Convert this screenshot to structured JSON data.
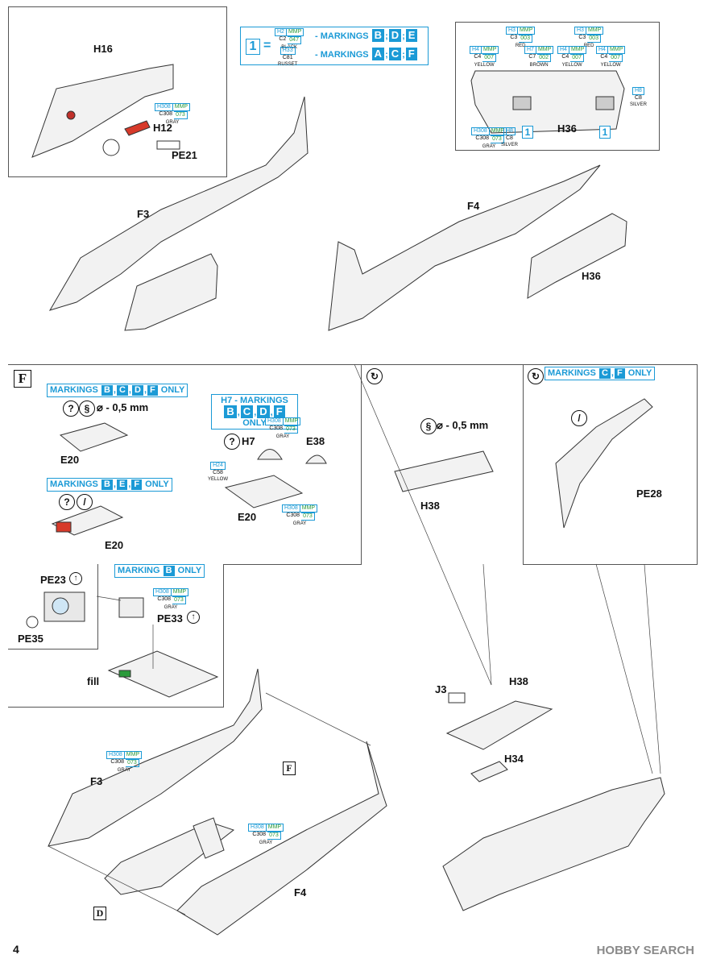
{
  "page_number": "4",
  "watermark": "HOBBY SEARCH",
  "legend": {
    "badge": "1",
    "equals": "=",
    "line1_prefix": "- MARKINGS",
    "line1_marks": [
      "B",
      "D",
      "E"
    ],
    "line2_prefix": "- MARKINGS",
    "line2_marks": [
      "A",
      "C",
      "F"
    ],
    "paint1": {
      "code_h": "H2",
      "code_mmp": "MMP",
      "code_c": "C2",
      "code_mmp_num": "047",
      "name": "BLACK"
    },
    "paint2": {
      "code_h": "H33",
      "code_c": "C81",
      "name": "RUSSET"
    }
  },
  "top_left": {
    "part_h16": "H16",
    "part_h12": "H12",
    "part_pe21": "PE21",
    "paint": {
      "h": "H308",
      "mmp": "MMP",
      "c": "C308",
      "num": "073",
      "name": "GRAY"
    }
  },
  "top_right": {
    "part_h36": "H36",
    "paints": [
      {
        "h": "H3",
        "mmp": "MMP",
        "c": "C3",
        "num": "003",
        "name": "RED"
      },
      {
        "h": "H3",
        "mmp": "MMP",
        "c": "C3",
        "num": "003",
        "name": "RED"
      },
      {
        "h": "H4",
        "mmp": "MMP",
        "c": "C4",
        "num": "007",
        "name": "YELLOW"
      },
      {
        "h": "H7",
        "mmp": "MMP",
        "c": "C7",
        "num": "002",
        "name": "BROWN"
      },
      {
        "h": "H4",
        "mmp": "MMP",
        "c": "C4",
        "num": "007",
        "name": "YELLOW"
      },
      {
        "h": "H4",
        "mmp": "MMP",
        "c": "C4",
        "num": "007",
        "name": "YELLOW"
      },
      {
        "h": "H8",
        "c": "C8",
        "name": "SILVER"
      },
      {
        "h": "H308",
        "mmp": "MMP",
        "c": "C308",
        "num": "073",
        "name": "GRAY"
      },
      {
        "h": "H8",
        "c": "C8",
        "name": "SILVER"
      }
    ],
    "badge": "1"
  },
  "middle": {
    "part_f3": "F3",
    "part_f4": "F4",
    "part_h36": "H36"
  },
  "section_f": {
    "letter": "F",
    "bar1_prefix": "MARKINGS",
    "bar1_marks": [
      "B",
      "C",
      "D",
      "F"
    ],
    "bar1_suffix": "ONLY",
    "drill": "⌀ - 0,5 mm",
    "part_e20a": "E20",
    "bar2_prefix": "MARKINGS",
    "bar2_marks": [
      "B",
      "E",
      "F"
    ],
    "bar2_suffix": "ONLY",
    "part_e20b": "E20",
    "h7_title": "H7 - MARKINGS",
    "h7_marks": [
      "B",
      "C",
      "D",
      "F"
    ],
    "h7_suffix": "ONLY",
    "part_h7": "H7",
    "part_e38": "E38",
    "part_e20c": "E20",
    "paint_gray1": {
      "h": "H308",
      "mmp": "MMP",
      "c": "C308",
      "num": "073",
      "name": "GRAY"
    },
    "paint_yellow": {
      "h": "H24",
      "c": "C58",
      "name": "YELLOW"
    },
    "paint_gray2": {
      "h": "H308",
      "mmp": "MMP",
      "c": "C308",
      "num": "073",
      "name": "GRAY"
    }
  },
  "section_h38": {
    "drill": "⌀ - 0,5 mm",
    "part": "H38"
  },
  "section_c_f": {
    "bar_prefix": "MARKINGS",
    "bar_marks": [
      "C",
      "F"
    ],
    "bar_suffix": "ONLY",
    "part": "PE28"
  },
  "section_b": {
    "bar_prefix": "MARKING",
    "bar_marks": [
      "B"
    ],
    "bar_suffix": "ONLY",
    "part_pe23": "PE23",
    "part_pe35": "PE35",
    "part_pe33": "PE33",
    "fill": "fill",
    "paint": {
      "h": "H308",
      "mmp": "MMP",
      "c": "C308",
      "num": "073",
      "name": "GRAY"
    }
  },
  "bottom": {
    "part_f3": "F3",
    "part_f4": "F4",
    "ref_f": "F",
    "ref_d": "D",
    "part_j3": "J3",
    "part_h38": "H38",
    "part_h34": "H34",
    "paint1": {
      "h": "H308",
      "mmp": "MMP",
      "c": "C308",
      "num": "073",
      "name": "GRAY"
    },
    "paint2": {
      "h": "H308",
      "mmp": "MMP",
      "c": "C308",
      "num": "073",
      "name": "GRAY"
    }
  }
}
